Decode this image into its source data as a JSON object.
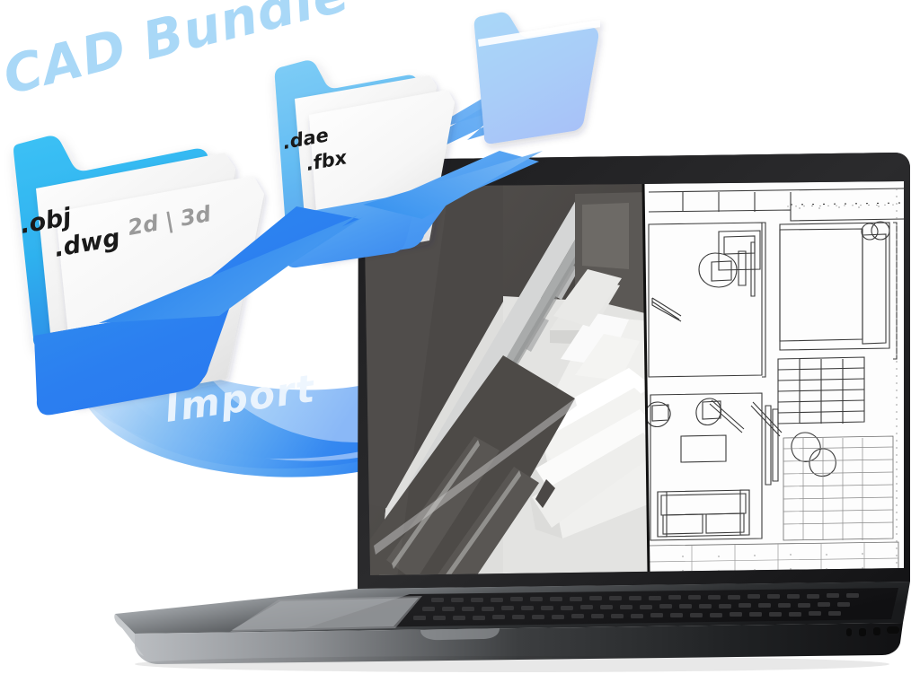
{
  "scene": {
    "title_label": "CAD Bundle",
    "action_label": "Import",
    "background_color": "#ffffff"
  },
  "palette": {
    "title_blue": "#a9d8f7",
    "folder_cyan": "#31b6f0",
    "folder_blue": "#2a7ef0",
    "folder_pale": "#a8cdf7",
    "arrow_blue_light": "#8fc4f5",
    "arrow_blue_dark": "#2f86ee",
    "paper_white": "#f4f4f4",
    "text_dark": "#1a1a1a",
    "text_gray": "#9a9a9a",
    "laptop_body": "#2a2a2c",
    "laptop_base_light": "#b9bbbe",
    "screen_dark": "#4c4a48",
    "plan_white": "#fdfdfd"
  },
  "folders": [
    {
      "id": "folder-cad-primary",
      "name": "primary-cad-folder",
      "labels": [
        {
          "text": ".obj",
          "style": "ext-large"
        },
        {
          "text": ".dwg",
          "style": "ext-large"
        },
        {
          "text": "2d | 3d",
          "style": "dimension"
        }
      ]
    },
    {
      "id": "folder-cad-secondary",
      "name": "secondary-cad-folder",
      "labels": [
        {
          "text": ".dae",
          "style": "ext-small"
        },
        {
          "text": ".fbx",
          "style": "ext-small"
        }
      ]
    },
    {
      "id": "folder-cad-tertiary",
      "name": "tertiary-cad-folder",
      "labels": []
    }
  ],
  "laptop": {
    "name": "laptop-device",
    "screen": {
      "name": "laptop-screen",
      "panels": [
        {
          "id": "render-3d",
          "label": "3d-interior-render",
          "kind": "3d-grayscale-bedroom"
        },
        {
          "id": "plan-2d",
          "label": "2d-floor-plan",
          "kind": "architectural-floorplan"
        }
      ]
    },
    "keyboard_label": "keyboard",
    "trackpad_label": "trackpad",
    "ports_label": "side-ports"
  }
}
